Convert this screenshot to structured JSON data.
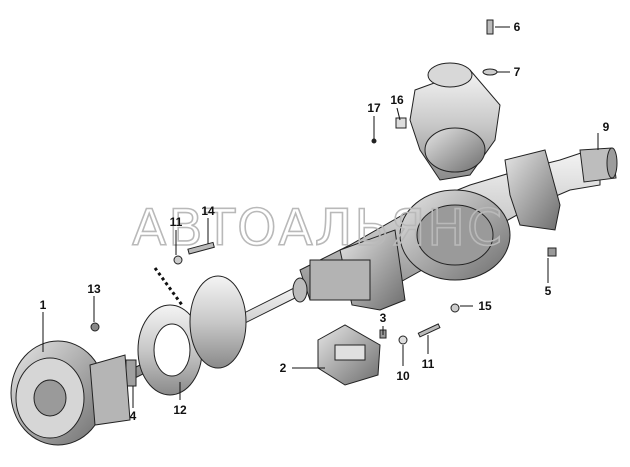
{
  "watermark": "АВТОАЛЬЯНС",
  "callouts": [
    "1",
    "2",
    "3",
    "4",
    "5",
    "6",
    "7",
    "9",
    "10",
    "11",
    "11",
    "12",
    "13",
    "14",
    "15",
    "16",
    "17"
  ],
  "colors": {
    "line": "#222222",
    "metal": "#cfcfcf",
    "dark": "#555555",
    "watermark": "#b9b9b9"
  }
}
